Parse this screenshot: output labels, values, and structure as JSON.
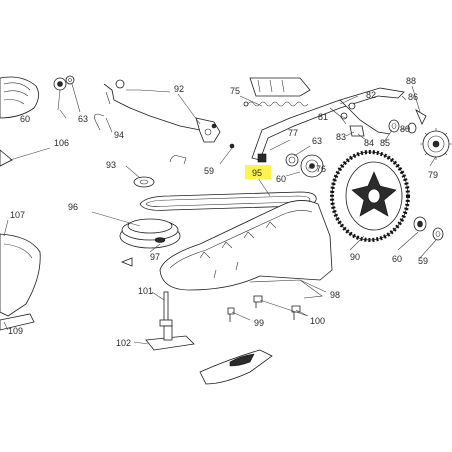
{
  "diagram": {
    "highlight_color": "#fff44f",
    "highlighted_callout": "95",
    "callouts": [
      {
        "id": "60a",
        "label": "60"
      },
      {
        "id": "63a",
        "label": "63"
      },
      {
        "id": "94",
        "label": "94"
      },
      {
        "id": "92",
        "label": "92"
      },
      {
        "id": "75",
        "label": "75"
      },
      {
        "id": "82",
        "label": "82"
      },
      {
        "id": "86",
        "label": "86"
      },
      {
        "id": "88",
        "label": "88"
      },
      {
        "id": "81",
        "label": "81"
      },
      {
        "id": "83",
        "label": "83"
      },
      {
        "id": "84",
        "label": "84"
      },
      {
        "id": "85",
        "label": "85"
      },
      {
        "id": "80",
        "label": "80"
      },
      {
        "id": "79",
        "label": "79"
      },
      {
        "id": "77",
        "label": "77"
      },
      {
        "id": "63b",
        "label": "63"
      },
      {
        "id": "76",
        "label": "76"
      },
      {
        "id": "59a",
        "label": "59"
      },
      {
        "id": "93",
        "label": "93"
      },
      {
        "id": "106",
        "label": "106"
      },
      {
        "id": "95",
        "label": "95"
      },
      {
        "id": "60b",
        "label": "60"
      },
      {
        "id": "96",
        "label": "96"
      },
      {
        "id": "107",
        "label": "107"
      },
      {
        "id": "97",
        "label": "97"
      },
      {
        "id": "90",
        "label": "90"
      },
      {
        "id": "60c",
        "label": "60"
      },
      {
        "id": "59b",
        "label": "59"
      },
      {
        "id": "98",
        "label": "98"
      },
      {
        "id": "101",
        "label": "101"
      },
      {
        "id": "99",
        "label": "99"
      },
      {
        "id": "100",
        "label": "100"
      },
      {
        "id": "109",
        "label": "109"
      },
      {
        "id": "102",
        "label": "102"
      }
    ]
  }
}
